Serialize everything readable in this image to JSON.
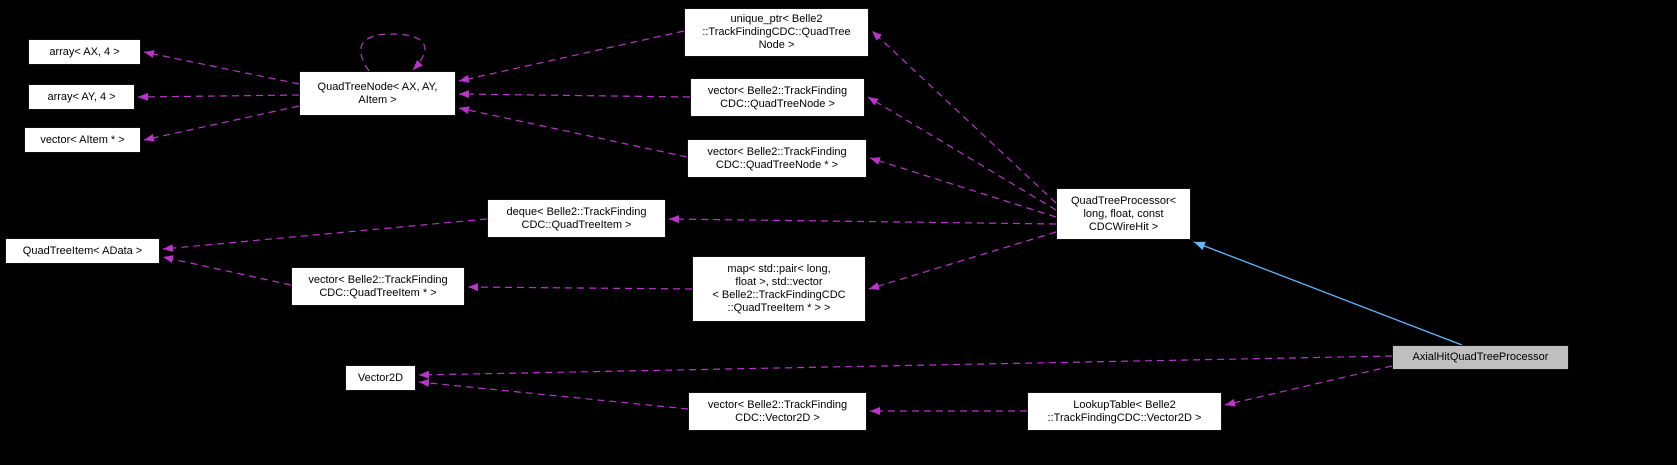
{
  "diagram": {
    "type": "collaboration-graph",
    "colors": {
      "background": "#000000",
      "node_fill": "#ffffff",
      "node_text": "#000000",
      "highlight_node_fill": "#bfbfbf",
      "usage_edge": "#bb33cc",
      "inheritance_edge": "#63b8ff"
    },
    "nodes": {
      "array_ax": {
        "label": "array< AX, 4 >"
      },
      "array_ay": {
        "label": "array< AY, 4 >"
      },
      "vector_aitem": {
        "label": "vector< AItem * >"
      },
      "quadtreenode": {
        "label": "QuadTreeNode< AX, AY,\nAItem >"
      },
      "unique_ptr": {
        "label": "unique_ptr< Belle2\n::TrackFindingCDC::QuadTree\nNode >"
      },
      "vector_qtnode": {
        "label": "vector< Belle2::TrackFinding\nCDC::QuadTreeNode >"
      },
      "vector_qtnode_ptr": {
        "label": "vector< Belle2::TrackFinding\nCDC::QuadTreeNode * >"
      },
      "deque_qtitem": {
        "label": "deque< Belle2::TrackFinding\nCDC::QuadTreeItem >"
      },
      "quadtreeitem": {
        "label": "QuadTreeItem< AData >"
      },
      "vector_qtitem_ptr": {
        "label": "vector< Belle2::TrackFinding\nCDC::QuadTreeItem * >"
      },
      "map_pair": {
        "label": "map< std::pair< long,\nfloat >, std::vector\n< Belle2::TrackFindingCDC\n::QuadTreeItem * > >"
      },
      "quadtreeprocessor": {
        "label": "QuadTreeProcessor<\nlong, float, const\nCDCWireHit >"
      },
      "axialhit": {
        "label": "AxialHitQuadTreeProcessor"
      },
      "vector2d": {
        "label": "Vector2D"
      },
      "vector_vector2d": {
        "label": "vector< Belle2::TrackFinding\nCDC::Vector2D >"
      },
      "lookuptable": {
        "label": "LookupTable< Belle2\n::TrackFindingCDC::Vector2D >"
      }
    }
  }
}
